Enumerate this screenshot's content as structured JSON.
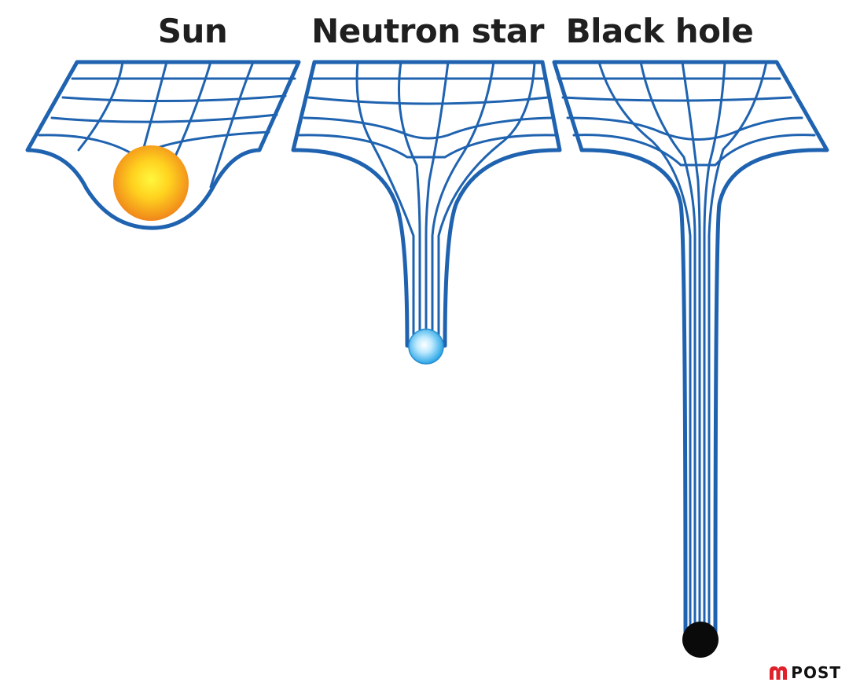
{
  "labels": {
    "sun": "Sun",
    "neutron_star": "Neutron star",
    "black_hole": "Black hole"
  },
  "watermark": {
    "text": "POST",
    "mark": "m",
    "mark_color": "#e0202a"
  },
  "colors": {
    "grid_line": "#1f63b0",
    "title_text": "#1f1f1f",
    "sun_core": "#fff23a",
    "sun_edge": "#f08a1c",
    "neutron_core": "#ffffff",
    "neutron_edge": "#2aa8e8",
    "black_hole": "#0a0a0a"
  }
}
